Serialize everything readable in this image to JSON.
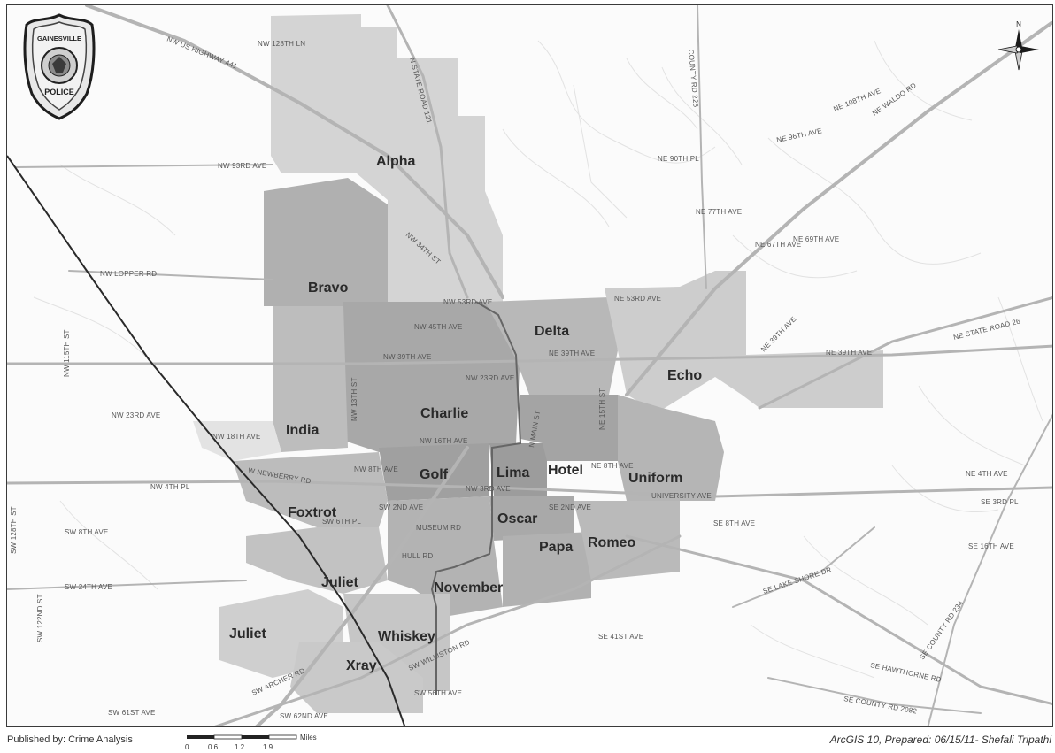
{
  "badge": {
    "top_text": "GAINESVILLE",
    "bottom_text": "POLICE"
  },
  "compass": {
    "north": "N"
  },
  "zones": [
    {
      "name": "Alpha"
    },
    {
      "name": "Bravo"
    },
    {
      "name": "Delta"
    },
    {
      "name": "Echo"
    },
    {
      "name": "Charlie"
    },
    {
      "name": "India"
    },
    {
      "name": "Golf"
    },
    {
      "name": "Lima"
    },
    {
      "name": "Hotel"
    },
    {
      "name": "Uniform"
    },
    {
      "name": "Foxtrot"
    },
    {
      "name": "Oscar"
    },
    {
      "name": "Papa"
    },
    {
      "name": "Romeo"
    },
    {
      "name": "Juliet"
    },
    {
      "name": "November"
    },
    {
      "name": "Juliet"
    },
    {
      "name": "Whiskey"
    },
    {
      "name": "Xray"
    }
  ],
  "roads": [
    "NW 128TH LN",
    "NW US HIGHWAY 441",
    "N STATE ROAD 121",
    "COUNTY RD 225",
    "NE 108TH AVE",
    "NE WALDO RD",
    "NE 96TH AVE",
    "NW 93RD AVE",
    "NE 90TH PL",
    "NE 77TH AVE",
    "NE 69TH AVE",
    "NE 67TH AVE",
    "NW 34TH ST",
    "NW LOPPER RD",
    "NW 53RD AVE",
    "NE 53RD AVE",
    "NE 39TH AVE",
    "NW 45TH AVE",
    "NW 39TH AVE",
    "NE 39TH AVE",
    "NE STATE ROAD 26",
    "NE 39TH AVE",
    "NW 23RD AVE",
    "NW 23RD AVE",
    "NW 18TH AVE",
    "NW 16TH AVE",
    "NW 8TH AVE",
    "NE 8TH AVE",
    "W NEWBERRY RD",
    "NW 4TH PL",
    "NW 3RD AVE",
    "UNIVERSITY AVE",
    "NE 4TH AVE",
    "SW 2ND AVE",
    "SE 2ND AVE",
    "SE 3RD PL",
    "SW 8TH AVE",
    "SW 6TH PL",
    "MUSEUM RD",
    "SE 8TH AVE",
    "HULL RD",
    "SE 16TH AVE",
    "SW 24TH AVE",
    "SE 41ST AVE",
    "SW ARCHER RD",
    "SW WILLISTON RD",
    "SE COUNTY RD 234",
    "SE HAWTHORNE RD",
    "SW 56TH AVE",
    "SE COUNTY RD 2082",
    "SW 61ST AVE",
    "SW 62ND AVE",
    "SW 128TH ST",
    "SW 122ND ST",
    "NW 115TH ST",
    "N MAIN ST",
    "NE 15TH ST",
    "SE LAKE SHORE DR",
    "NW 13TH ST"
  ],
  "footer": {
    "publisher": "Published by: Crime Analysis",
    "credit": "ArcGIS 10, Prepared: 06/15/11- Shefali Tripathi"
  },
  "scale": {
    "unit": "Miles",
    "ticks": [
      "0",
      "0.6",
      "1.2",
      "1.9"
    ]
  },
  "colors": {
    "zone_light": "#d4d4d4",
    "zone_mid": "#c0c0c0",
    "zone_dark": "#aaaaaa",
    "road": "#b4b4b4",
    "rail": "#2a2a2a",
    "boundary": "#666666"
  }
}
